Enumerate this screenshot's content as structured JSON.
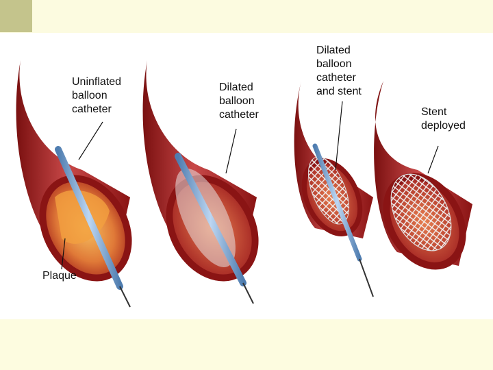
{
  "slide": {
    "background": "#fdfce0",
    "accent": "#c4c48c"
  },
  "figure": {
    "colors": {
      "vessel": "#9c1b1b",
      "vessel_highlight": "#c84848",
      "lumen": "#e06a3a",
      "plaque": "#f2a040",
      "catheter": "#7da7d6",
      "stent": "#e8e8e8"
    },
    "labels": {
      "uninflated": "Uninflated\nballoon\ncatheter",
      "dilated": "Dilated\nballoon\ncatheter",
      "dilated_stent": "Dilated\nballoon\ncatheter\nand stent",
      "stent_deployed": "Stent\ndeployed",
      "plaque": "Plaque"
    }
  }
}
